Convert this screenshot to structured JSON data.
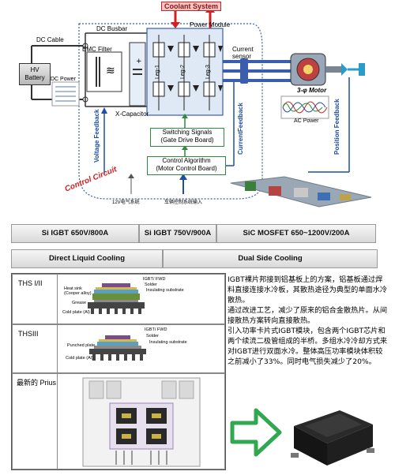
{
  "diagram": {
    "coolant_system": "Coolant System",
    "power_module": "Power Module",
    "dc_busbar": "DC Busbar",
    "dc_cable": "DC Cable",
    "hv_battery": "HV\nBattery",
    "dc_power": "DC Power",
    "emc_filter": "EMC Filter",
    "x_capacitor": "X-Capacitor",
    "current_sensor": "Current\nsensor",
    "motor_label": "3-φ Motor",
    "ac_power": "AC Power",
    "legs": [
      "Leg-1",
      "Leg-2",
      "Leg-3"
    ],
    "switching_signals": "Switching Signals\n(Gate Drive Board)",
    "control_algorithm": "Control Algorithm\n(Motor Control Board)",
    "control_circuit": "Control Circuit",
    "voltage_feedback": "Voltage Feedback",
    "current_feedback": "CurrentFeedback",
    "position_feedback": "Position Feedback",
    "system_12v": "12V电气系统",
    "vehicle_control_input": "车辆控制系统输入"
  },
  "roadmap": {
    "row1": [
      "Si IGBT 650V/800A",
      "Si IGBT 750V/900A",
      "SiC MOSFET 650~1200V/200A"
    ],
    "row2": [
      "Direct Liquid Cooling",
      "Dual Side Cooling"
    ]
  },
  "table": {
    "rows": [
      {
        "name": "THS I/II",
        "labels": [
          "IGBT/ FWD",
          "Solder",
          "Insulating substrate",
          "Heat sink\n(Cooper alloy)",
          "Grease",
          "Cold plate (Al)"
        ]
      },
      {
        "name": "THSIII",
        "labels": [
          "IGBT/ FWD",
          "Solder",
          "Insulating substrate",
          "Punched plate",
          "Cold plate (Al)"
        ]
      },
      {
        "name": "最新的 Prius",
        "labels": []
      }
    ]
  },
  "description": {
    "paragraphs": [
      "IGBT裸片邦接到铝基板上的方案，铝基板通过焊料直接连接水冷板，其散热途径为典型的单面水冷散热。",
      "通过改进工艺，减少了原来的铝合金散热片。从间接散热方案转向直接散热。",
      "引入功率卡片式IGBT模块，包含两个IGBT芯片和两个续流二极管组成的半桥。多组水冷冷却方式来对IGBT进行双面水冷。整体高压功率模块体积较之前减小了33%。同时电气损失减少了20%。"
    ]
  },
  "colors": {
    "accent_red": "#d42020",
    "feedback_blue": "#1f4fa0",
    "box_green": "#2e8b3e",
    "arrow_green": "#2fa84f"
  }
}
